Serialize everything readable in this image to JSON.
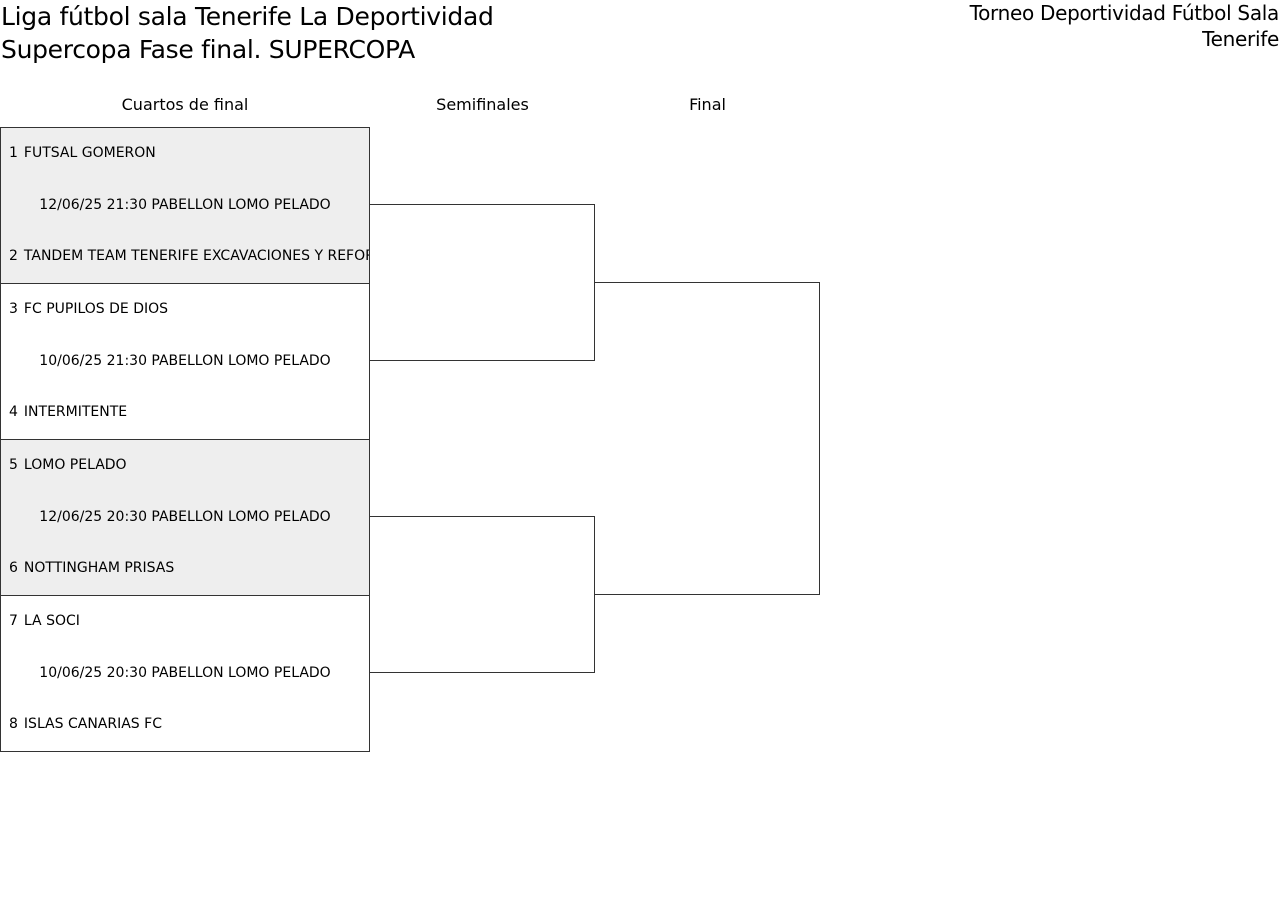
{
  "header": {
    "title_line1": "Liga fútbol sala Tenerife La Deportividad",
    "title_line2": "Supercopa Fase final. SUPERCOPA",
    "org_line1": "Torneo Deportividad Fútbol Sala",
    "org_line2": "Tenerife"
  },
  "rounds": {
    "quarterfinals": "Cuartos de final",
    "semifinals": "Semifinales",
    "final": "Final"
  },
  "matches": [
    {
      "team1_seed": "1",
      "team1_name": "FUTSAL GOMERON",
      "info": "12/06/25 21:30 PABELLON LOMO PELADO",
      "team2_seed": "2",
      "team2_name": "TANDEM TEAM TENERIFE EXCAVACIONES Y REFORMAS"
    },
    {
      "team1_seed": "3",
      "team1_name": "FC PUPILOS DE DIOS",
      "info": "10/06/25 21:30 PABELLON LOMO PELADO",
      "team2_seed": "4",
      "team2_name": "INTERMITENTE"
    },
    {
      "team1_seed": "5",
      "team1_name": "LOMO PELADO",
      "info": "12/06/25 20:30 PABELLON LOMO PELADO",
      "team2_seed": "6",
      "team2_name": "NOTTINGHAM PRISAS"
    },
    {
      "team1_seed": "7",
      "team1_name": "LA SOCI",
      "info": "10/06/25 20:30 PABELLON LOMO PELADO",
      "team2_seed": "8",
      "team2_name": "ISLAS CANARIAS FC"
    }
  ]
}
